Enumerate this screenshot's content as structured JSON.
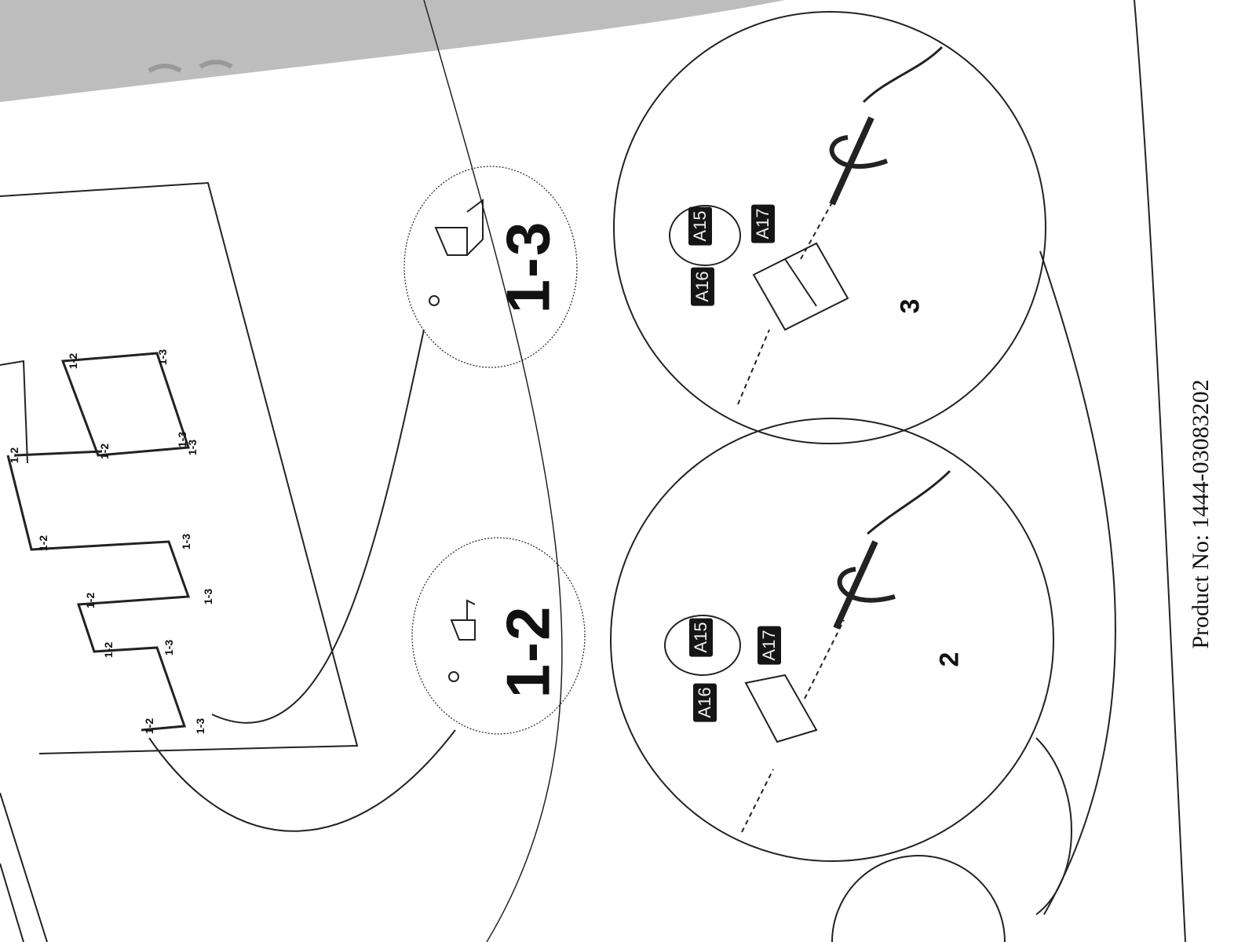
{
  "document": {
    "product_number": "Product No: 1444-03083202",
    "callouts": {
      "step_1_3": "1-3",
      "step_1_2": "1-2"
    },
    "detail_circles": [
      {
        "step": "3",
        "parts": [
          "A15",
          "A16",
          "A17"
        ]
      },
      {
        "step": "2",
        "parts": [
          "A15",
          "A16",
          "A17"
        ]
      }
    ],
    "panel_labels": [
      "1-2",
      "1-2",
      "1-2",
      "1-2",
      "1-2",
      "1-2",
      "1-2",
      "1-3",
      "1-3",
      "1-3",
      "1-3",
      "1-3",
      "1-3",
      "1-3"
    ]
  }
}
